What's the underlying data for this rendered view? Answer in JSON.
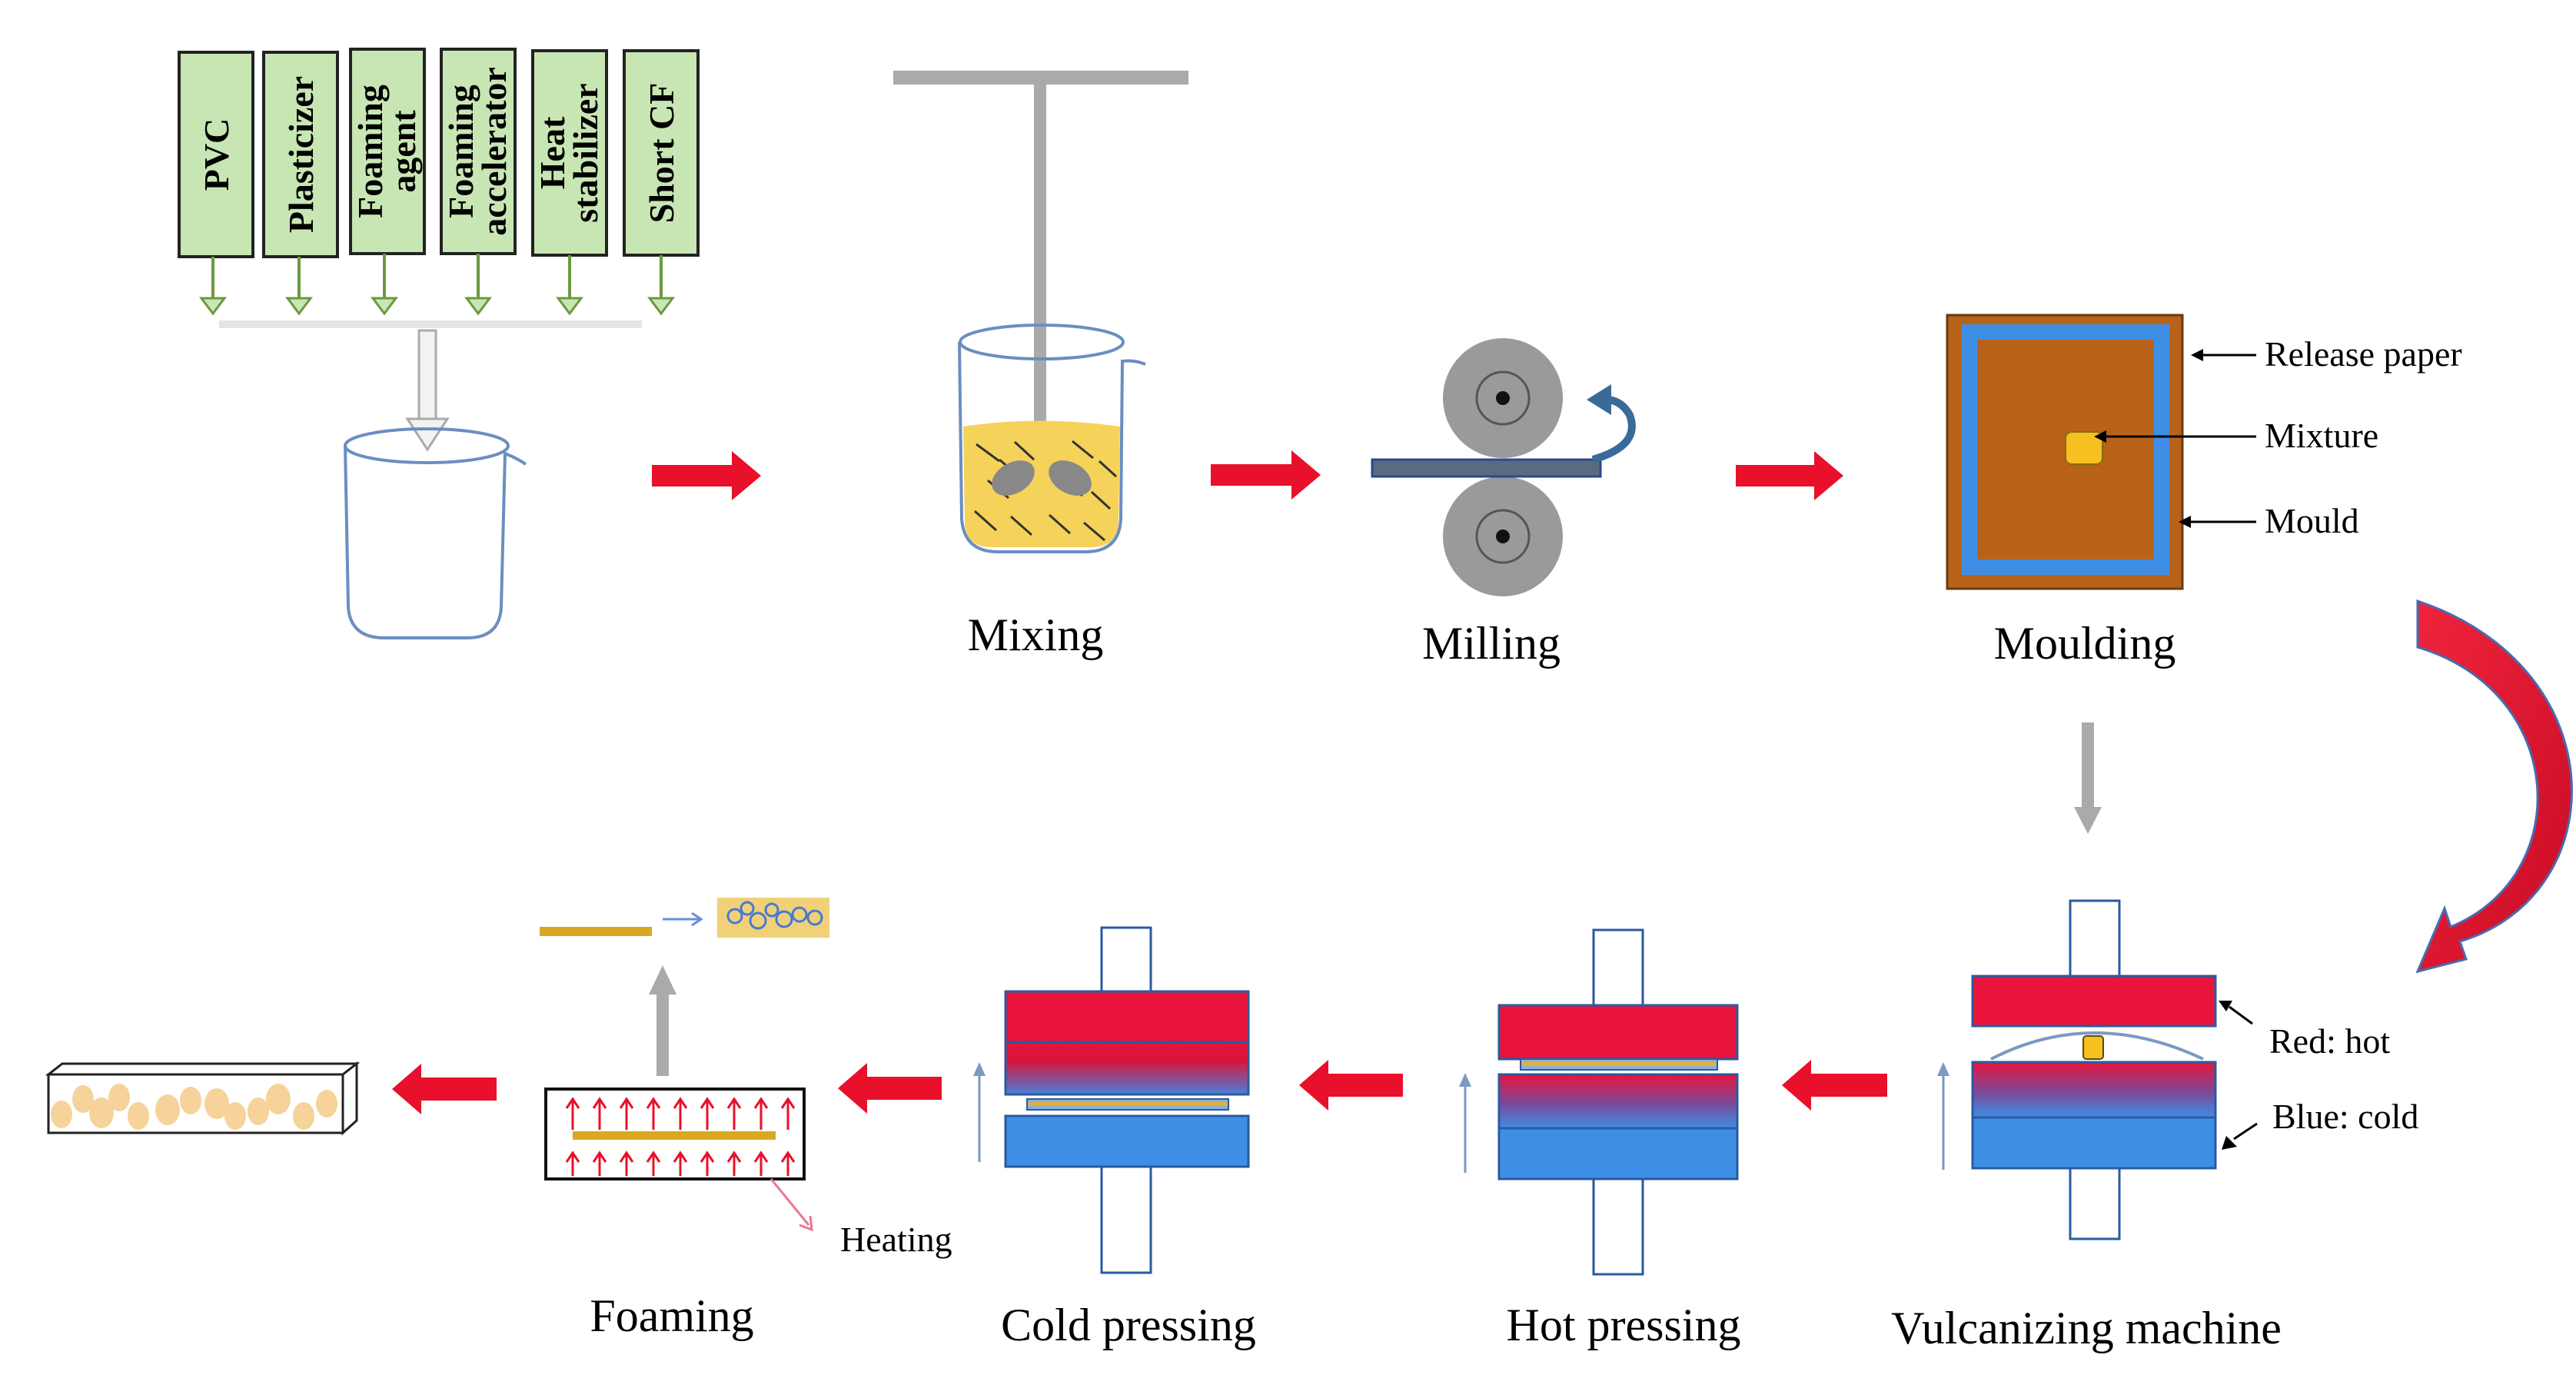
{
  "ingredients": [
    "PVC",
    "Plasticizer",
    "Foaming agent",
    "Foaming accelerator",
    "Heat stabilizer",
    "Short CF"
  ],
  "ingredient_lines": [
    [
      "PVC"
    ],
    [
      "Plasticizer"
    ],
    [
      "Foaming",
      "agent"
    ],
    [
      "Foaming",
      "accelerator"
    ],
    [
      "Heat",
      "stabilizer"
    ],
    [
      "Short CF"
    ]
  ],
  "steps": {
    "mixing": "Mixing",
    "milling": "Milling",
    "moulding": "Moulding",
    "vulcanizing": "Vulcanizing machine",
    "hot_pressing": "Hot pressing",
    "cold_pressing": "Cold pressing",
    "foaming": "Foaming"
  },
  "mould_labels": {
    "release_paper": "Release paper",
    "mixture": "Mixture",
    "mould": "Mould"
  },
  "press_labels": {
    "hot": "Red: hot",
    "cold": "Blue: cold"
  },
  "heating_label": "Heating",
  "colors": {
    "ingredient_fill": "#c8e6b4",
    "flow_arrow": "#e8102a",
    "hot": "#e8143c",
    "cold": "#3f8ee6",
    "mould_brown": "#b8621a",
    "mixture_yellow": "#f5d25a",
    "roller_gray": "#9a9a9a"
  }
}
